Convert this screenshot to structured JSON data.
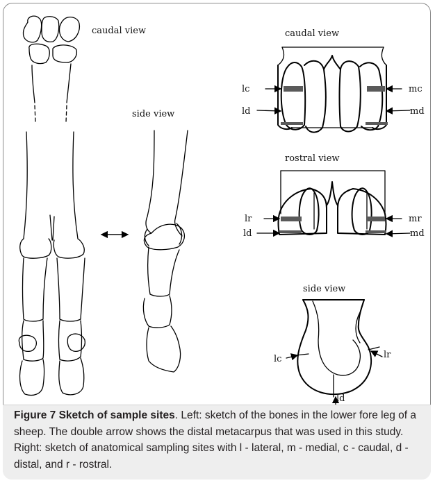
{
  "labels": {
    "left_caudal_view": "caudal view",
    "left_side_view": "side view",
    "right_caudal_view": "caudal view",
    "right_rostral_view": "rostral view",
    "right_side_view": "side view"
  },
  "sites": {
    "caudal": {
      "lc": "lc",
      "ld": "ld",
      "mc": "mc",
      "md": "md"
    },
    "rostral": {
      "lr": "lr",
      "ld": "ld",
      "mr": "mr",
      "md": "md"
    },
    "side": {
      "lc": "lc",
      "lr": "lr",
      "ld": "ld"
    }
  },
  "caption": {
    "heading": "Figure 7 Sketch of sample sites",
    "body": ". Left: sketch of the bones in the lower fore leg of a sheep. The double arrow shows the distal metacarpus that was used in this study. Right: sketch of anatomical sampling sites with l - lateral, m - medial, c - caudal, d - distal, and r - rostral."
  },
  "colors": {
    "frame": "#8a8a8a",
    "caption_bg": "#eeeeee",
    "band": "#5a5a5a"
  }
}
